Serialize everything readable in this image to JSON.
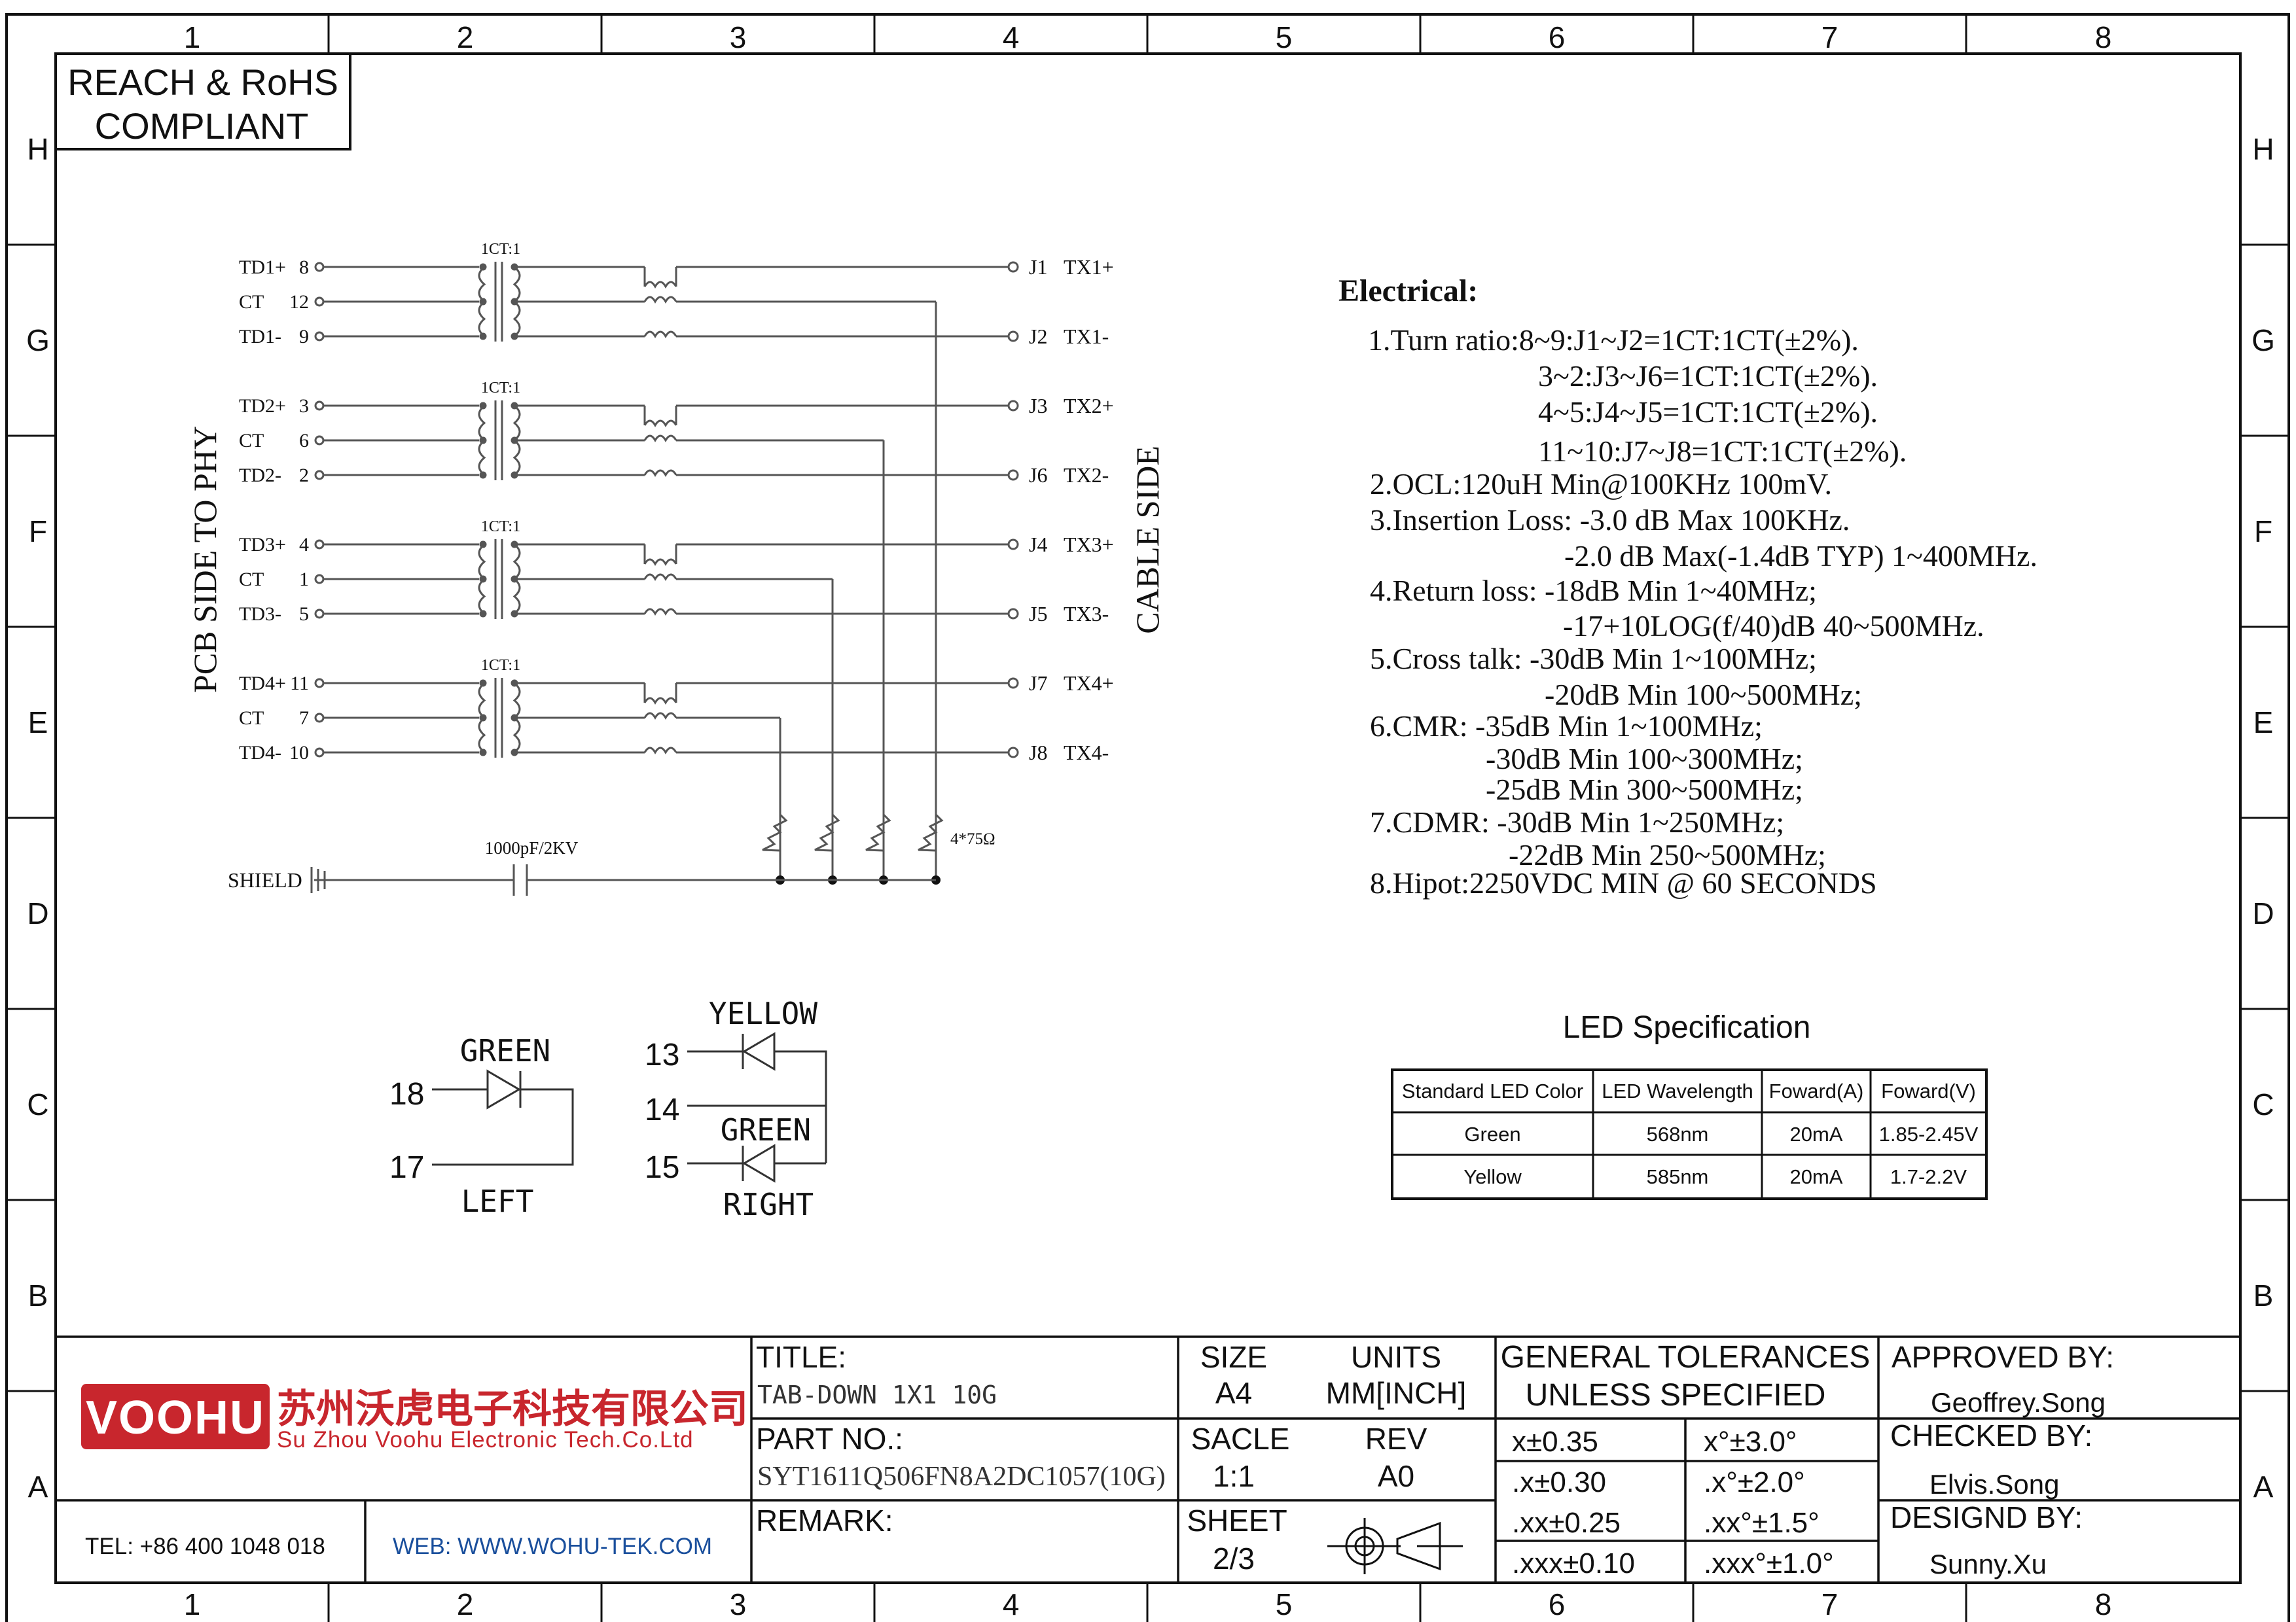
{
  "frame": {
    "columns": [
      "1",
      "2",
      "3",
      "4",
      "5",
      "6",
      "7",
      "8"
    ],
    "rows": [
      "H",
      "G",
      "F",
      "E",
      "D",
      "C",
      "B",
      "A"
    ]
  },
  "compliance": {
    "line1": "REACH & RoHS",
    "line2": "COMPLIANT"
  },
  "schematic": {
    "left_label": "PCB SIDE TO PHY",
    "right_label": "CABLE SIDE",
    "ratio_label": "1CT:1",
    "groups": [
      {
        "pins": [
          {
            "name": "TD1+",
            "num": "8"
          },
          {
            "name": "CT",
            "num": "12"
          },
          {
            "name": "TD1-",
            "num": "9"
          }
        ],
        "outputs": [
          {
            "j": "J1",
            "tx": "TX1+"
          },
          {
            "j": "J2",
            "tx": "TX1-"
          }
        ]
      },
      {
        "pins": [
          {
            "name": "TD2+",
            "num": "3"
          },
          {
            "name": "CT",
            "num": "6"
          },
          {
            "name": "TD2-",
            "num": "2"
          }
        ],
        "outputs": [
          {
            "j": "J3",
            "tx": "TX2+"
          },
          {
            "j": "J6",
            "tx": "TX2-"
          }
        ]
      },
      {
        "pins": [
          {
            "name": "TD3+",
            "num": "4"
          },
          {
            "name": "CT",
            "num": "1"
          },
          {
            "name": "TD3-",
            "num": "5"
          }
        ],
        "outputs": [
          {
            "j": "J4",
            "tx": "TX3+"
          },
          {
            "j": "J5",
            "tx": "TX3-"
          }
        ]
      },
      {
        "pins": [
          {
            "name": "TD4+",
            "num": "11"
          },
          {
            "name": "CT",
            "num": "7"
          },
          {
            "name": "TD4-",
            "num": "10"
          }
        ],
        "outputs": [
          {
            "j": "J7",
            "tx": "TX4+"
          },
          {
            "j": "J8",
            "tx": "TX4-"
          }
        ]
      }
    ],
    "resistor_label": "4*75Ω",
    "cap_label": "1000pF/2KV",
    "shield_label": "SHIELD"
  },
  "leds": {
    "left": {
      "color_label": "GREEN",
      "pin_a": "18",
      "pin_k": "17",
      "side_label": "LEFT"
    },
    "right": {
      "top_color": "YELLOW",
      "bottom_color": "GREEN",
      "pin_top": "13",
      "pin_mid": "14",
      "pin_bot": "15",
      "side_label": "RIGHT"
    }
  },
  "electrical": {
    "heading": "Electrical:",
    "lines": [
      "1.Turn ratio:8~9:J1~J2=1CT:1CT(±2%).",
      "3~2:J3~J6=1CT:1CT(±2%).",
      "4~5:J4~J5=1CT:1CT(±2%).",
      "11~10:J7~J8=1CT:1CT(±2%).",
      "2.OCL:120uH Min@100KHz 100mV.",
      "3.Insertion Loss: -3.0 dB Max 100KHz.",
      "-2.0 dB Max(-1.4dB TYP) 1~400MHz.",
      "4.Return loss: -18dB Min 1~40MHz;",
      "-17+10LOG(f/40)dB 40~500MHz.",
      "5.Cross talk: -30dB Min 1~100MHz;",
      "-20dB Min 100~500MHz;",
      "6.CMR: -35dB Min 1~100MHz;",
      "-30dB Min 100~300MHz;",
      "-25dB Min 300~500MHz;",
      "7.CDMR: -30dB Min 1~250MHz;",
      "-22dB Min 250~500MHz;",
      "8.Hipot:2250VDC MIN @ 60 SECONDS"
    ]
  },
  "led_spec": {
    "title": "LED Specification",
    "headers": [
      "Standard LED Color",
      "LED Wavelength",
      "Foward(A)",
      "Foward(V)"
    ],
    "rows": [
      [
        "Green",
        "568nm",
        "20mA",
        "1.85-2.45V"
      ],
      [
        "Yellow",
        "585nm",
        "20mA",
        "1.7-2.2V"
      ]
    ]
  },
  "title_block": {
    "logo": "VOOHU",
    "company_cn": "苏州沃虎电子科技有限公司",
    "company_en": "Su Zhou Voohu Electronic Tech.Co.Ltd",
    "tel": "TEL: +86 400 1048 018",
    "web": "WEB: WWW.WOHU-TEK.COM",
    "title_label": "TITLE:",
    "title_value": "TAB-DOWN 1X1 10G",
    "part_label": "PART NO.:",
    "part_value": "SYT1611Q506FN8A2DC1057(10G)",
    "remark_label": "REMARK:",
    "size_label": "SIZE",
    "size_value": "A4",
    "scale_label": "SACLE",
    "scale_value": "1:1",
    "sheet_label": "SHEET",
    "sheet_value": "2/3",
    "units_label": "UNITS",
    "units_value": "MM[INCH]",
    "rev_label": "REV",
    "rev_value": "A0",
    "tol_title1": "GENERAL TOLERANCES",
    "tol_title2": "UNLESS SPECIFIED",
    "tolerances": [
      [
        "x±0.35",
        "x°±3.0°"
      ],
      [
        ".x±0.30",
        ".x°±2.0°"
      ],
      [
        ".xx±0.25",
        ".xx°±1.5°"
      ],
      [
        ".xxx±0.10",
        ".xxx°±1.0°"
      ]
    ],
    "approved_label": "APPROVED BY:",
    "approved_value": "Geoffrey.Song",
    "checked_label": "CHECKED BY:",
    "checked_value": "Elvis.Song",
    "designed_label": "DESIGND BY:",
    "designed_value": "Sunny.Xu"
  },
  "colors": {
    "logo_red": "#c8262d",
    "web_blue": "#1a4f9c",
    "line": "#111111",
    "wire": "#555555"
  }
}
